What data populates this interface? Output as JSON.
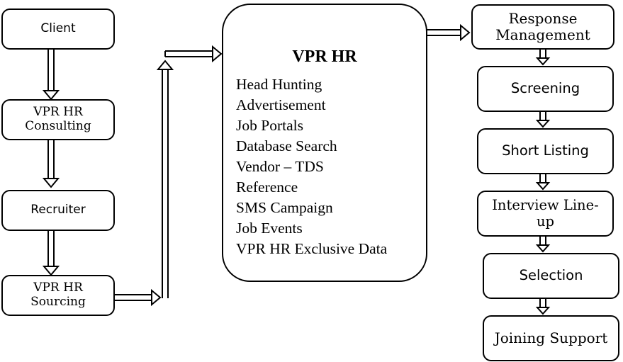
{
  "left_chain": [
    {
      "label": "Client"
    },
    {
      "label": "VPR HR Consulting"
    },
    {
      "label": "Recruiter"
    },
    {
      "label": "VPR HR Sourcing"
    }
  ],
  "center": {
    "title": "VPR HR",
    "methods": [
      "Head Hunting",
      "Advertisement",
      "Job Portals",
      "Database Search",
      "Vendor – TDS",
      "Reference",
      "SMS Campaign",
      "Job Events",
      "VPR HR Exclusive Data"
    ]
  },
  "right_chain": [
    {
      "label": "Response Management"
    },
    {
      "label": "Screening"
    },
    {
      "label": "Short Listing"
    },
    {
      "label": "Interview Line-up"
    },
    {
      "label": "Selection"
    },
    {
      "label": "Joining Support"
    }
  ]
}
